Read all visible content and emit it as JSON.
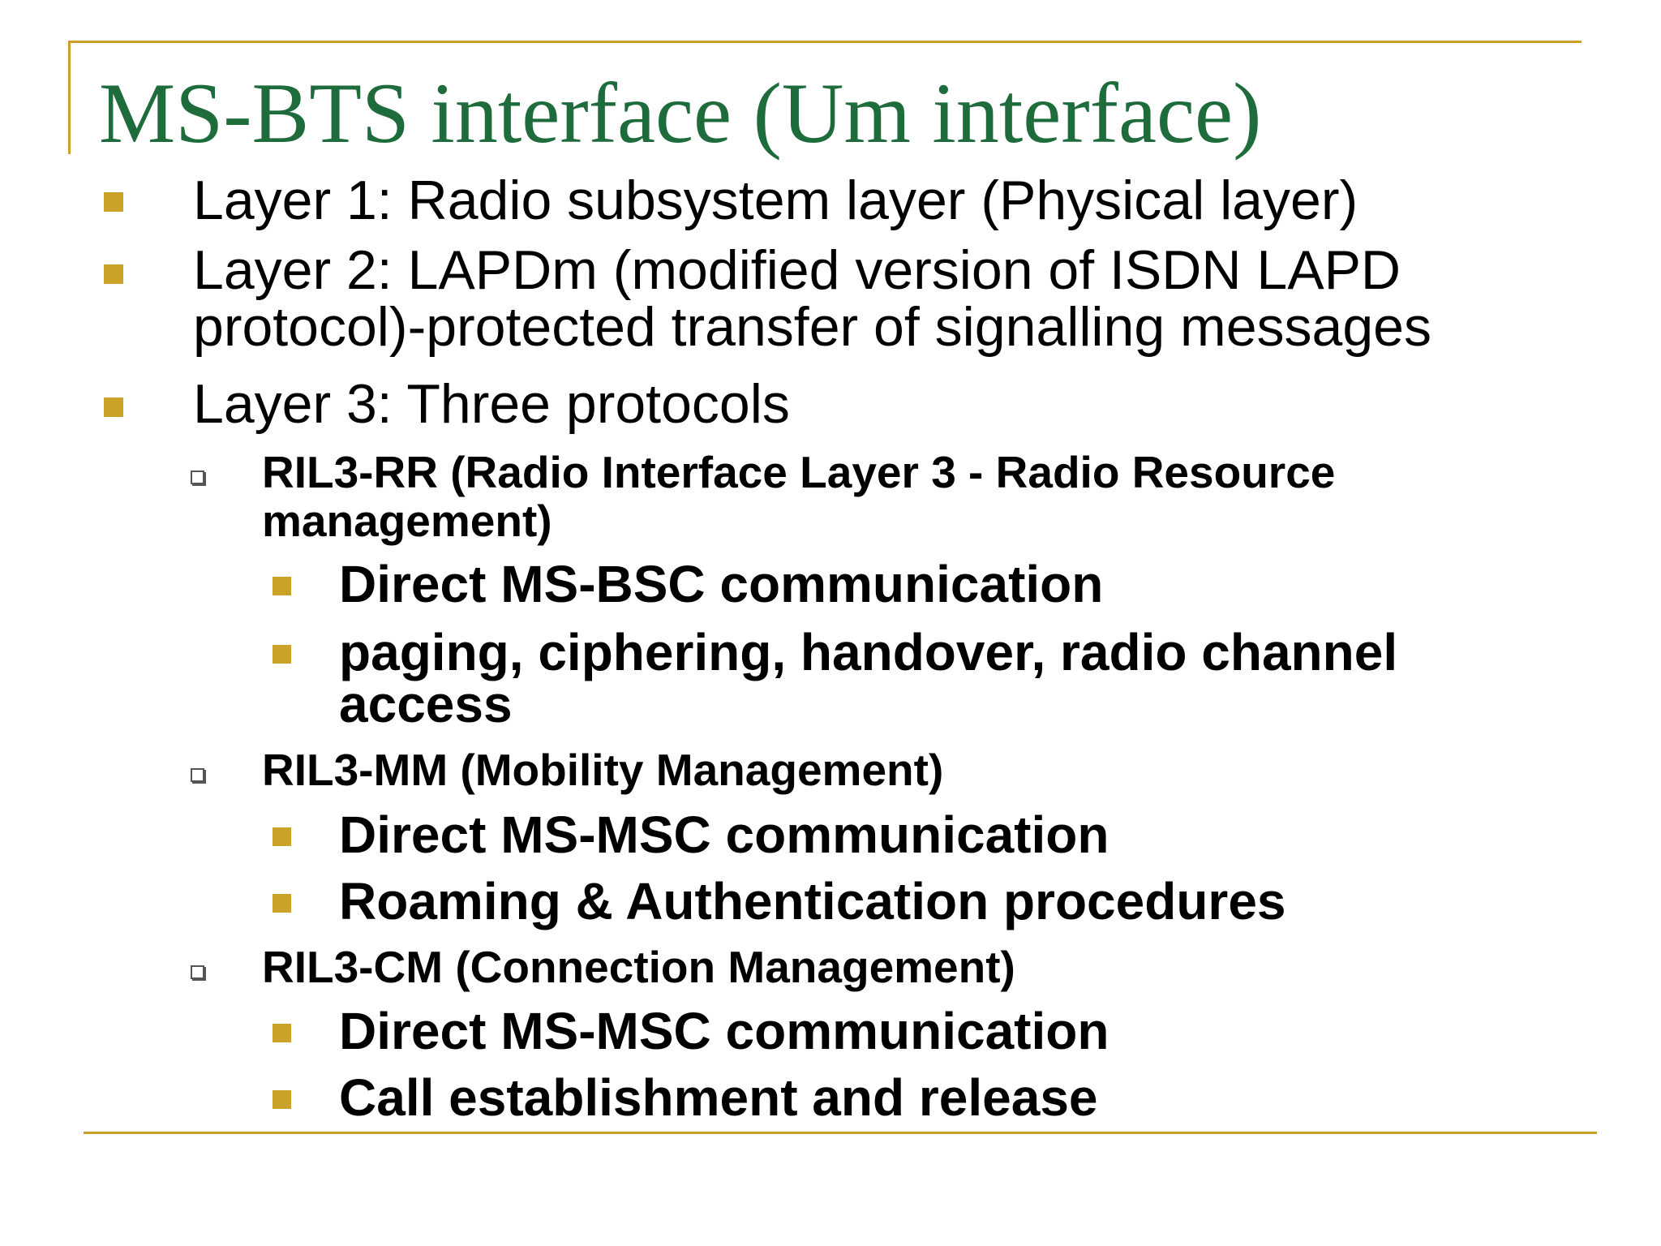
{
  "slide": {
    "title": "MS-BTS interface (Um interface)",
    "items": [
      {
        "level": 1,
        "text": "Layer 1: Radio subsystem layer  (Physical layer)"
      },
      {
        "level": 1,
        "line1": "Layer 2: LAPDm (modified version of ISDN LAPD",
        "line2": "protocol)-protected transfer of signalling messages"
      },
      {
        "level": 1,
        "text": "Layer 3: Three protocols"
      },
      {
        "level": 2,
        "line1": "RIL3-RR (Radio Interface Layer 3 - Radio Resource",
        "line2": "management)"
      },
      {
        "level": 3,
        "text": "Direct MS-BSC communication"
      },
      {
        "level": 3,
        "line1": "paging, ciphering, handover, radio channel",
        "line2": "access"
      },
      {
        "level": 2,
        "text": "RIL3-MM (Mobility Management)"
      },
      {
        "level": 3,
        "text": "Direct MS-MSC communication"
      },
      {
        "level": 3,
        "text": "Roaming & Authentication procedures"
      },
      {
        "level": 2,
        "text": "RIL3-CM (Connection Management)"
      },
      {
        "level": 3,
        "text": "Direct MS-MSC communication"
      },
      {
        "level": 3,
        "text": "Call establishment and release"
      }
    ]
  },
  "colors": {
    "title": "#1e6b3c",
    "accent": "#c9a227",
    "rule": "#c8a02a",
    "text": "#000000"
  }
}
